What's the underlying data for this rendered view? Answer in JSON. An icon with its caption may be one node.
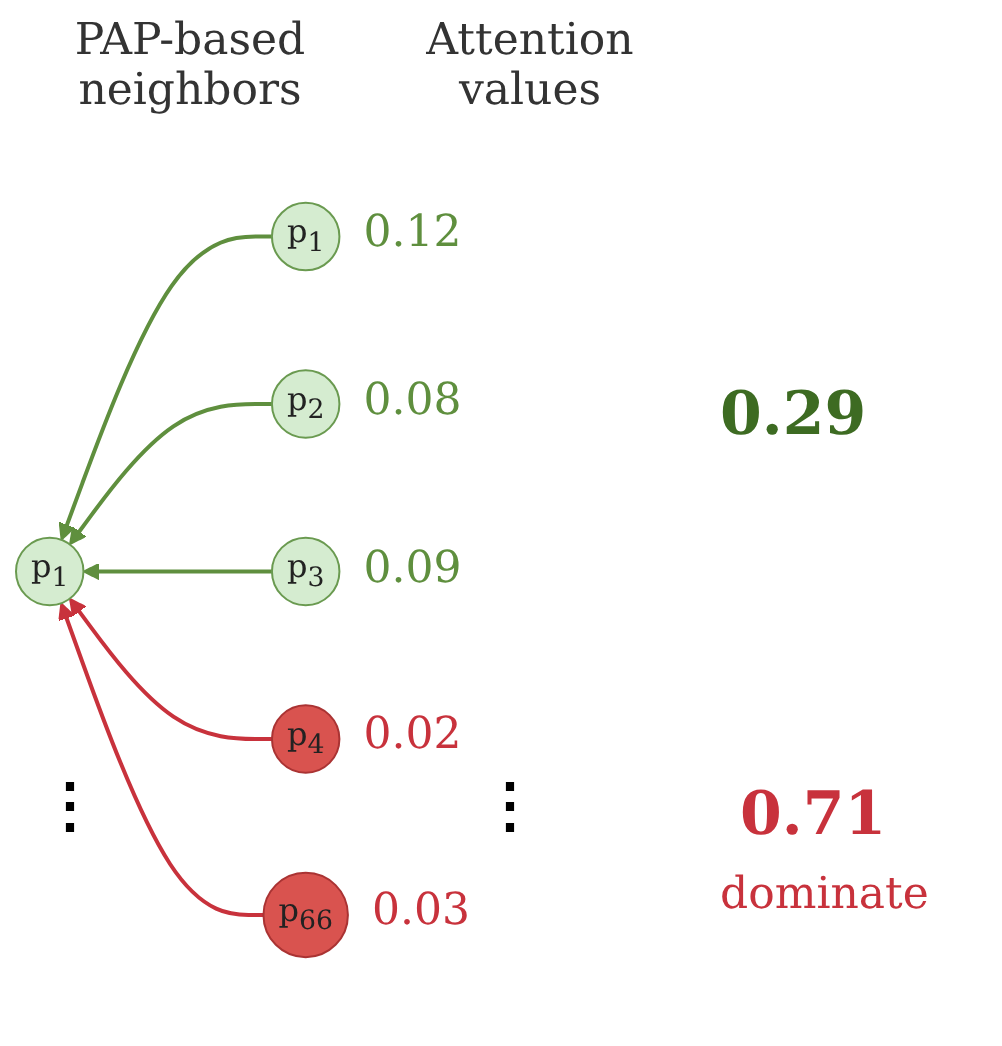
{
  "diagram": {
    "nodes": [
      {
        "text": [
          "p$_{1}$"
        ]
      },
      {
        "text": [
          "p$_{1}$"
        ],
        "beside": [
          "0.12"
        ]
      },
      {
        "text": [
          "p$_{2}$"
        ],
        "beside": [
          "0.08"
        ]
      },
      {
        "text": [
          "p$_{3}$"
        ],
        "beside": [
          "0.09"
        ]
      },
      {
        "text": [
          "p$_{4}$"
        ],
        "beside": [
          "0.02"
        ]
      },
      {
        "text": [
          "p$_{66}$"
        ],
        "beside": [
          "0.03"
        ]
      }
    ],
    "edges": [
      {
        "from": 1,
        "to": 0,
        "arrow": "to",
        "color": "#5f8f3e"
      },
      {
        "from": 2,
        "to": 0,
        "arrow": "to",
        "color": "#5f8f3e"
      },
      {
        "from": 3,
        "to": 0,
        "arrow": "to",
        "color": "#5f8f3e"
      },
      {
        "from": 4,
        "to": 0,
        "arrow": "to",
        "color": "#c8323c"
      },
      {
        "from": 5,
        "to": 0,
        "arrow": "to",
        "color": "#c8323c"
      }
    ],
    "labels": [
      "PAP-based neighbors",
      "Attention values",
      "⋮",
      "⋮",
      "0.29",
      "0.71",
      "dominate"
    ]
  }
}
